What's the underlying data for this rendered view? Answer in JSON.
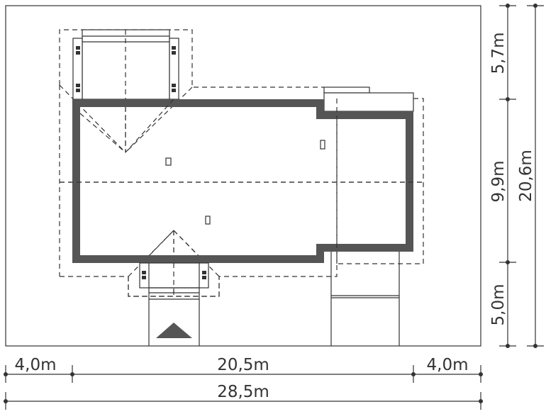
{
  "dimensions": {
    "bottom": {
      "left_setback": "4,0m",
      "building_width": "20,5m",
      "right_setback": "4,0m",
      "total_width": "28,5m"
    },
    "right": {
      "top_setback": "5,7m",
      "building_depth": "9,9m",
      "bottom_setback": "5,0m",
      "total_depth": "20,6m"
    }
  },
  "colors": {
    "wall": "#555555",
    "line": "#333333"
  }
}
